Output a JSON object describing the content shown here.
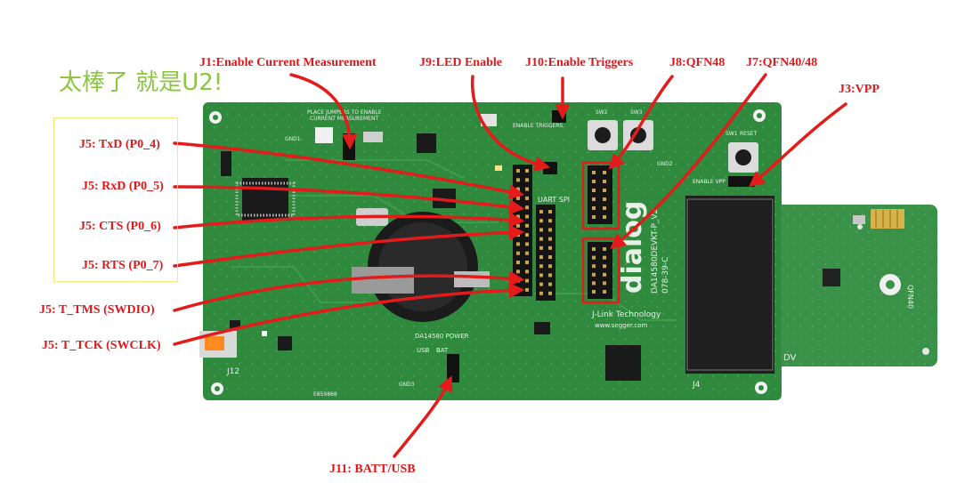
{
  "slogan": "太棒了 就是U2!",
  "labels": {
    "j1": "J1:Enable Current Measurement",
    "j9": "J9:LED Enable",
    "j10": "J10:Enable Triggers",
    "j8": "J8:QFN48",
    "j7": "J7:QFN40/48",
    "j3": "J3:VPP",
    "txd": "J5: TxD (P0_4)",
    "rxd": "J5: RxD (P0_5)",
    "cts": "J5: CTS (P0_6)",
    "rts": "J5: RTS (P0_7)",
    "tms": "J5: T_TMS (SWDIO)",
    "tck": "J5: T_TCK (SWCLK)",
    "j11": "J11: BATT/USB"
  },
  "board": {
    "silk_place": "PLACE JUMPERS TO ENABLE",
    "silk_current": "CURRENT MEASUREMENT",
    "silk_enable_triggers": "ENABLE TRIGGERS",
    "silk_uart_spi": "UART  SPI",
    "silk_model": "DA14580DEVKT-P_V2",
    "silk_number": "078-39-C",
    "brand": "dialog",
    "silk_jlink": "J-Link Technology",
    "silk_segger": "www.segger.com",
    "silk_power": "DA14580 POWER",
    "silk_usb": "USB",
    "silk_bat": "BAT",
    "silk_sw1": "SW1",
    "silk_reset": "RESET",
    "silk_sw2": "SW2",
    "silk_sw3": "SW3",
    "silk_j12": "J12",
    "silk_j4": "J4",
    "silk_gnd1": "GND1",
    "silk_gnd2": "GND2",
    "silk_gnd3": "GND3",
    "silk_enable_vpp": "ENABLE VPP",
    "silk_dv": "DV",
    "silk_qfn40": "QFN40",
    "silk_code": "E859868"
  },
  "colors": {
    "pcb": "#2f8a3e",
    "pcb_dark": "#1f6a2c",
    "arrow": "#e41b1b",
    "label": "#e0181b",
    "slogan": "#8cc63f",
    "box": "#e41b1b",
    "yellow_box": "#f4ea73"
  }
}
